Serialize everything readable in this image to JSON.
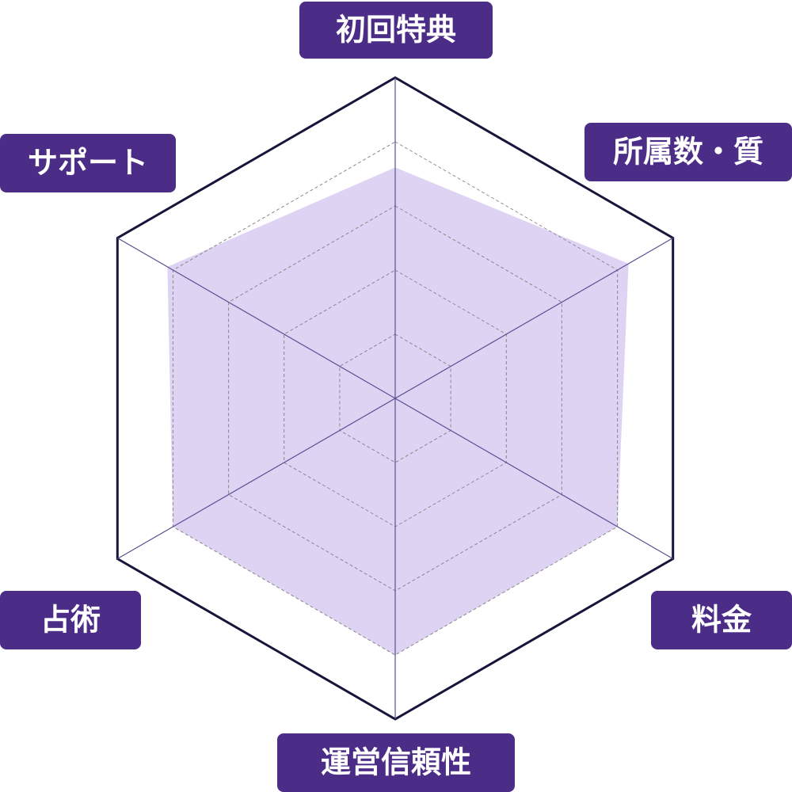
{
  "chart_data": {
    "type": "radar",
    "axes": [
      "初回特典",
      "所属数・質",
      "料金",
      "運営信頼性",
      "占術",
      "サポート"
    ],
    "series": [
      {
        "values": [
          3.6,
          4.2,
          4.0,
          4.0,
          4.0,
          4.1
        ]
      }
    ],
    "range": [
      0,
      5
    ],
    "rings": [
      1,
      2,
      3,
      4,
      5
    ],
    "grid": true,
    "colors": {
      "fill": "#ded3f3",
      "outer": "#16163a",
      "grid": "#888888",
      "spoke": "#585090",
      "label_bg": "#4b2c87",
      "label_text": "#ffffff"
    }
  }
}
